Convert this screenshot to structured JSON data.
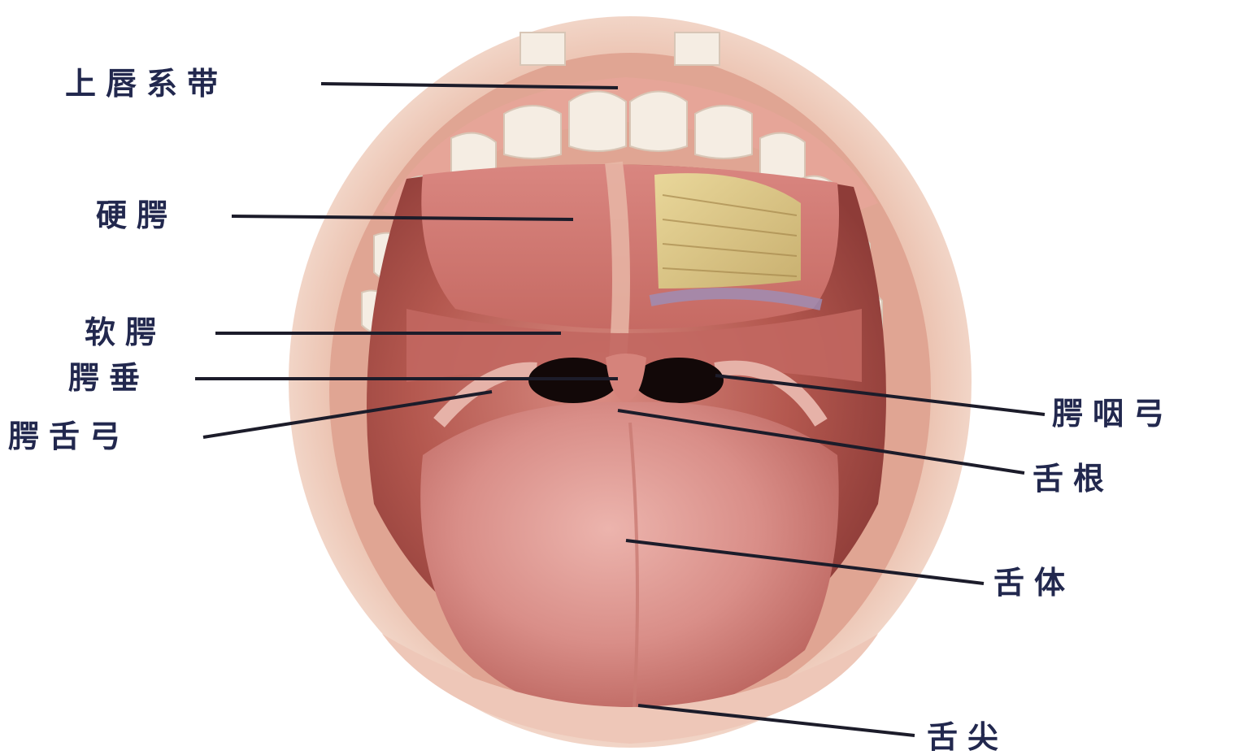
{
  "labels": {
    "upper_lip_frenulum": "上唇系带",
    "hard_palate": "硬腭",
    "soft_palate": "软腭",
    "uvula": "腭垂",
    "palatoglossal_arch": "腭舌弓",
    "palatopharyngeal_arch": "腭咽弓",
    "tongue_root": "舌根",
    "tongue_body": "舌体",
    "tongue_tip": "舌尖"
  },
  "colors": {
    "label_text": "#22284e",
    "leader_line": "#1c1c2a",
    "lips": "#e8b8a4",
    "mouth_interior": "#b85a55",
    "tongue": "#d98f8a",
    "teeth": "#f4ece2",
    "throat_opening": "#120808"
  }
}
